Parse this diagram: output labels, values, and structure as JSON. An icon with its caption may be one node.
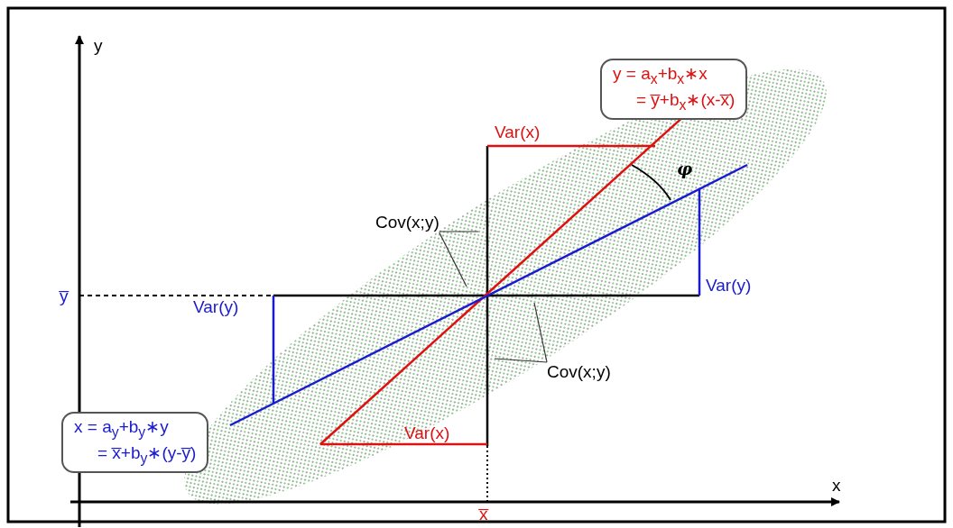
{
  "diagram": {
    "nodes": [
      {
        "text": [
          "y = a$_{x}$+b$_{x}$∗x",
          "= y̅+b$_{x}$∗(x-x̅)"
        ]
      },
      {
        "text": [
          "x = a$_{y}$+b$_{y}$∗y",
          "= x̅+b$_{y}$∗(y-y̅)"
        ]
      },
      {
        "text": [
          "Cov(x;y)"
        ]
      },
      {
        "text": [
          "Cov(x;y)"
        ]
      }
    ],
    "edges": [
      {
        "from": 2,
        "to": null,
        "arrow": "none"
      },
      {
        "from": 2,
        "to": null,
        "arrow": "none"
      },
      {
        "from": 3,
        "to": null,
        "arrow": "none"
      },
      {
        "from": 3,
        "to": null,
        "arrow": "none"
      }
    ],
    "labels": [
      "y",
      "Var(x)",
      "φ",
      "y̅",
      "Var(y)",
      "Var(y)",
      "Var(x)",
      "x",
      "x̅"
    ]
  }
}
